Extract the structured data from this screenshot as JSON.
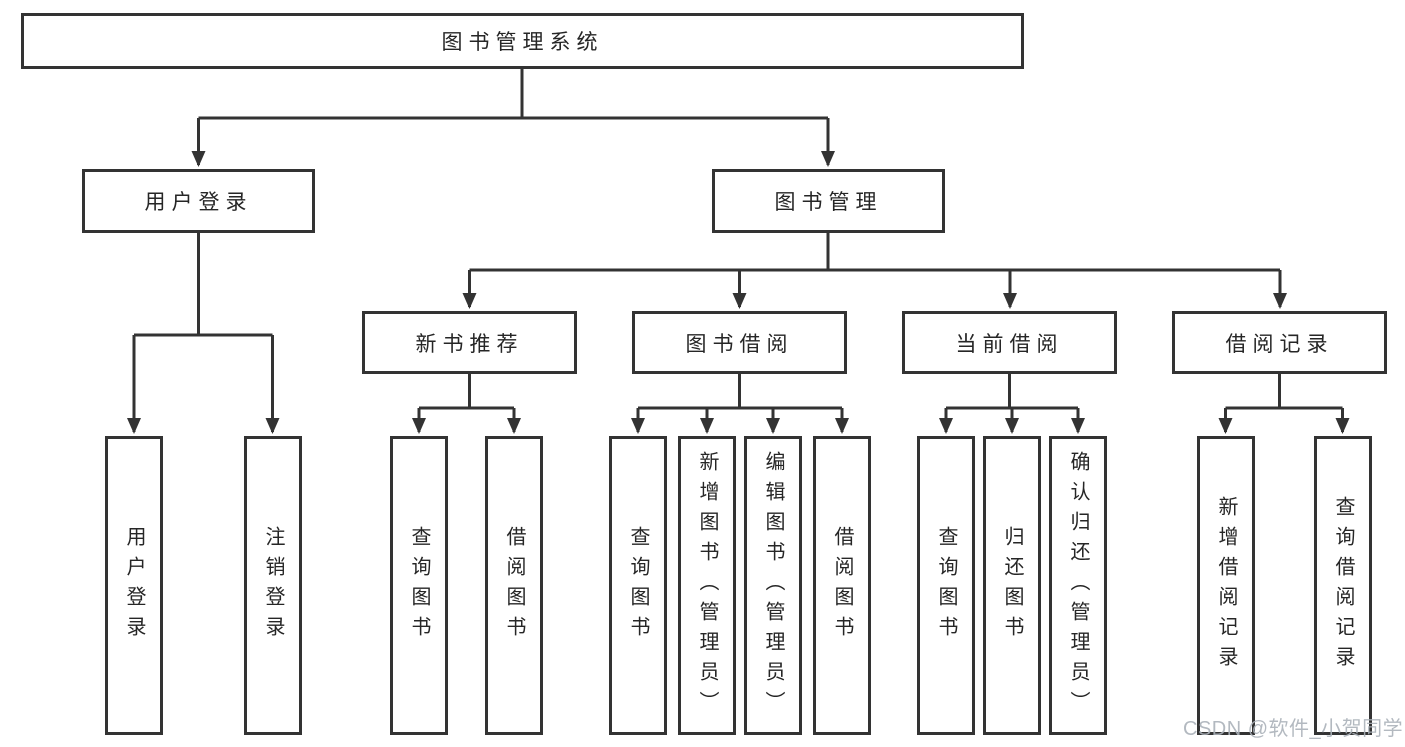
{
  "diagram": {
    "root": {
      "label": "图书管理系统"
    },
    "level2": [
      {
        "label": "用户登录"
      },
      {
        "label": "图书管理"
      }
    ],
    "level3": [
      {
        "label": "新书推荐"
      },
      {
        "label": "图书借阅"
      },
      {
        "label": "当前借阅"
      },
      {
        "label": "借阅记录"
      }
    ],
    "leaves": {
      "user_login": [
        {
          "label": "用户登录"
        },
        {
          "label": "注销登录"
        }
      ],
      "new_book": [
        {
          "label": "查询图书"
        },
        {
          "label": "借阅图书"
        }
      ],
      "book_borrow": [
        {
          "label": "查询图书"
        },
        {
          "label": "新增图书（管理员）"
        },
        {
          "label": "编辑图书（管理员）"
        },
        {
          "label": "借阅图书"
        }
      ],
      "current_borrow": [
        {
          "label": "查询图书"
        },
        {
          "label": "归还图书"
        },
        {
          "label": "确认归还（管理员）"
        }
      ],
      "borrow_record": [
        {
          "label": "新增借阅记录"
        },
        {
          "label": "查询借阅记录"
        }
      ]
    }
  },
  "watermark": {
    "text": "CSDN @软件_小贺同学"
  },
  "colors": {
    "line": "#333333",
    "border": "#333333",
    "text": "#262626",
    "watermark": "#abb2ba",
    "background": "#ffffff"
  }
}
